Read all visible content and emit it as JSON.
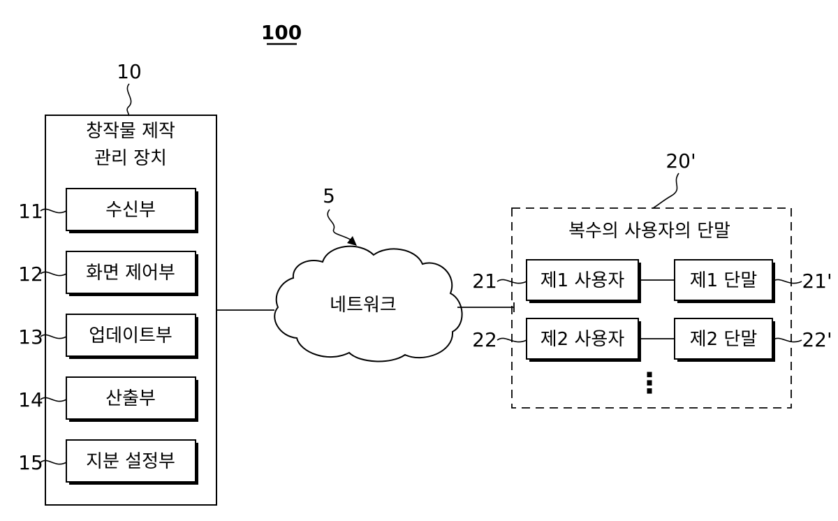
{
  "figure_number": "100",
  "device": {
    "ref": "10",
    "title_line1": "창작물 제작",
    "title_line2": "관리 장치",
    "units": [
      {
        "ref": "11",
        "label": "수신부"
      },
      {
        "ref": "12",
        "label": "화면 제어부"
      },
      {
        "ref": "13",
        "label": "업데이트부"
      },
      {
        "ref": "14",
        "label": "산출부"
      },
      {
        "ref": "15",
        "label": "지분 설정부"
      }
    ]
  },
  "network": {
    "ref": "5",
    "label": "네트워크"
  },
  "terminals": {
    "ref": "20'",
    "title": "복수의 사용자의 단말",
    "rows": [
      {
        "user_ref": "21",
        "user_label": "제1 사용자",
        "terminal_label": "제1 단말",
        "terminal_ref": "21'"
      },
      {
        "user_ref": "22",
        "user_label": "제2 사용자",
        "terminal_label": "제2 단말",
        "terminal_ref": "22'"
      }
    ],
    "continuation": "⋮"
  }
}
